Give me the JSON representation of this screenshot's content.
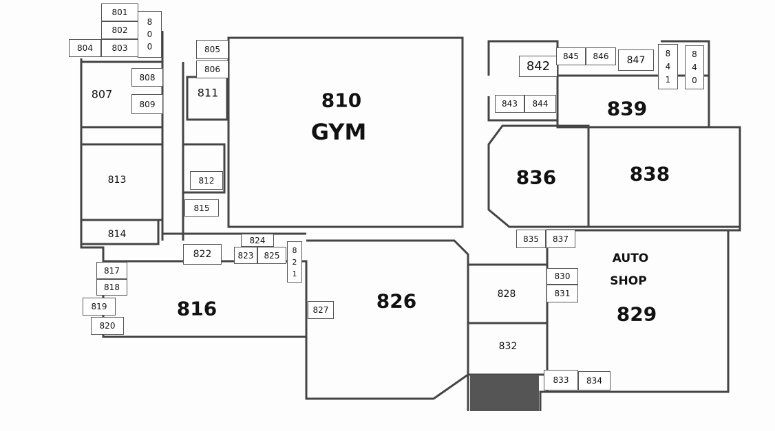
{
  "title": "Floor plan",
  "colors": {
    "wall": "#444444",
    "storage": "#555555"
  },
  "rooms": {
    "r800": "8\n0\n0",
    "r801": "801",
    "r802": "802",
    "r803": "803",
    "r804": "804",
    "r805": "805",
    "r806": "806",
    "r807": "807",
    "r808": "808",
    "r809": "809",
    "r810": "810",
    "gym": "GYM",
    "r811": "811",
    "r812": "812",
    "r813": "813",
    "r814": "814",
    "r815": "815",
    "r816": "816",
    "r817": "817",
    "r818": "818",
    "r819": "819",
    "r820": "820",
    "r821": "8\n2\n1",
    "r822": "822",
    "r823": "823",
    "r824": "824",
    "r825": "825",
    "r826": "826",
    "r827": "827",
    "r828": "828",
    "auto": "AUTO",
    "shop": "SHOP",
    "r829": "829",
    "r830": "830",
    "r831": "831",
    "r832": "832",
    "r833": "833",
    "r834": "834",
    "r835": "835",
    "r836": "836",
    "r837": "837",
    "r838": "838",
    "r839": "839",
    "r840": "8\n4\n0",
    "r841": "8\n4\n1",
    "r842": "842",
    "r843": "843",
    "r844": "844",
    "r845": "845",
    "r846": "846",
    "r847": "847"
  }
}
